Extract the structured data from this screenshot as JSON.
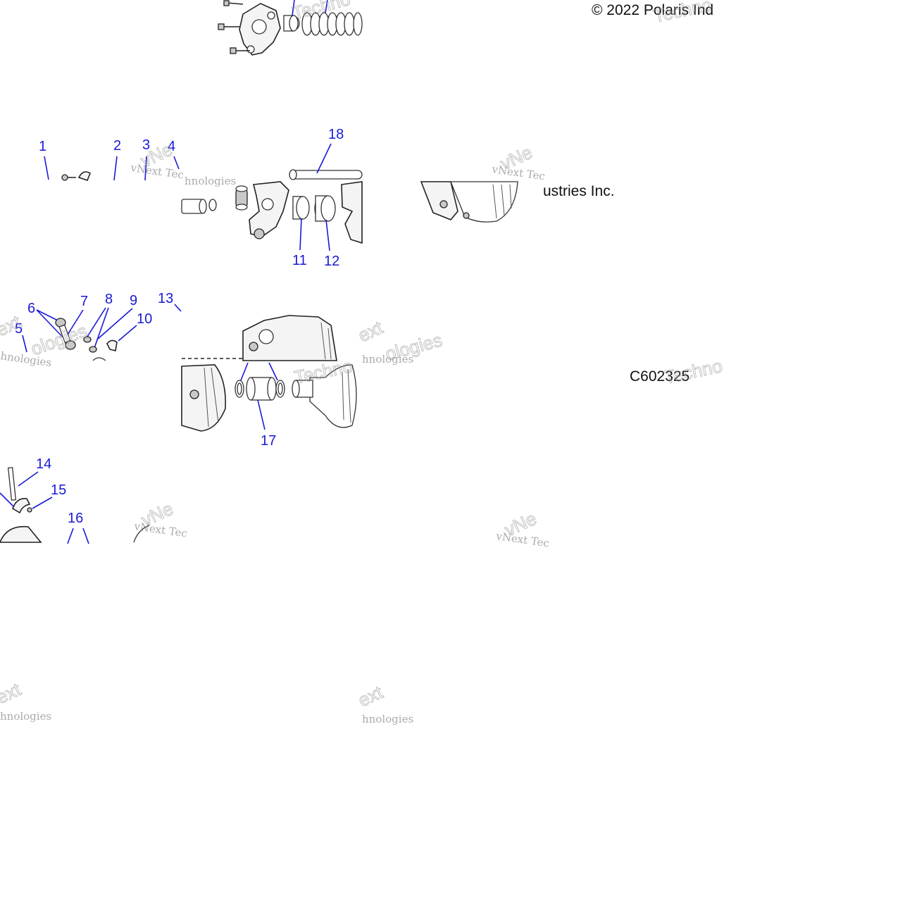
{
  "copyright": {
    "top": "© 2022 Polaris Ind",
    "middle": "ustries Inc."
  },
  "diagram_id": "C602325",
  "watermarks": {
    "line1": "vNext Tec",
    "line2": "hnologies",
    "big1": "vNe",
    "big2": "Techno",
    "big3": "ext",
    "big4": "ologies"
  },
  "callouts": [
    {
      "id": "c1",
      "label": "1"
    },
    {
      "id": "c2",
      "label": "2"
    },
    {
      "id": "c3",
      "label": "3"
    },
    {
      "id": "c4",
      "label": "4"
    },
    {
      "id": "c5",
      "label": "5"
    },
    {
      "id": "c6",
      "label": "6"
    },
    {
      "id": "c7",
      "label": "7"
    },
    {
      "id": "c8",
      "label": "8"
    },
    {
      "id": "c9",
      "label": "9"
    },
    {
      "id": "c10",
      "label": "10"
    },
    {
      "id": "c11",
      "label": "11"
    },
    {
      "id": "c12",
      "label": "12"
    },
    {
      "id": "c13",
      "label": "13"
    },
    {
      "id": "c14",
      "label": "14"
    },
    {
      "id": "c15",
      "label": "15"
    },
    {
      "id": "c16",
      "label": "16"
    },
    {
      "id": "c17",
      "label": "17"
    },
    {
      "id": "c18",
      "label": "18"
    }
  ],
  "colors": {
    "callout": "#1a1ad6",
    "line_art": "#222222",
    "background": "#ffffff"
  }
}
